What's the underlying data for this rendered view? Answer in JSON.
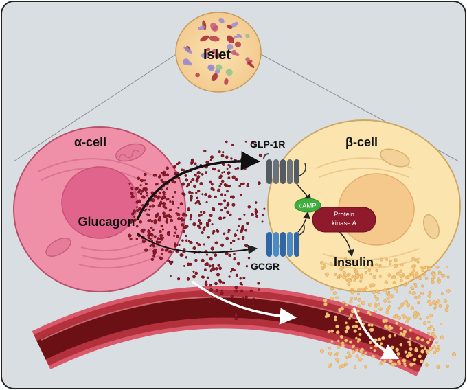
{
  "labels": {
    "islet": "Islet",
    "alpha_cell": "α-cell",
    "beta_cell": "β-cell",
    "glucagon": "Glucagon",
    "glp1r": "GLP-1R",
    "gcgr": "GCGR",
    "camp": "cAMP",
    "pka_line1": "Protein",
    "pka_line2": "kinase A",
    "insulin": "Insulin"
  },
  "colors": {
    "background": "#d9dee2",
    "border": "#222222",
    "alpha_cell": "#ef8fa8",
    "alpha_nucleus": "#e0648c",
    "beta_cell": "#fbe4ae",
    "beta_nucleus": "#f5c98c",
    "glucagon_dot": "#8c1a2a",
    "insulin_dot": "#f2c27a",
    "vessel_outer": "#c9454f",
    "vessel_inner": "#6b1014",
    "glp1r_receptor": "#555b63",
    "gcgr_receptor": "#3f78b5",
    "camp": "#3fae3f",
    "pka": "#8e1a2c"
  }
}
